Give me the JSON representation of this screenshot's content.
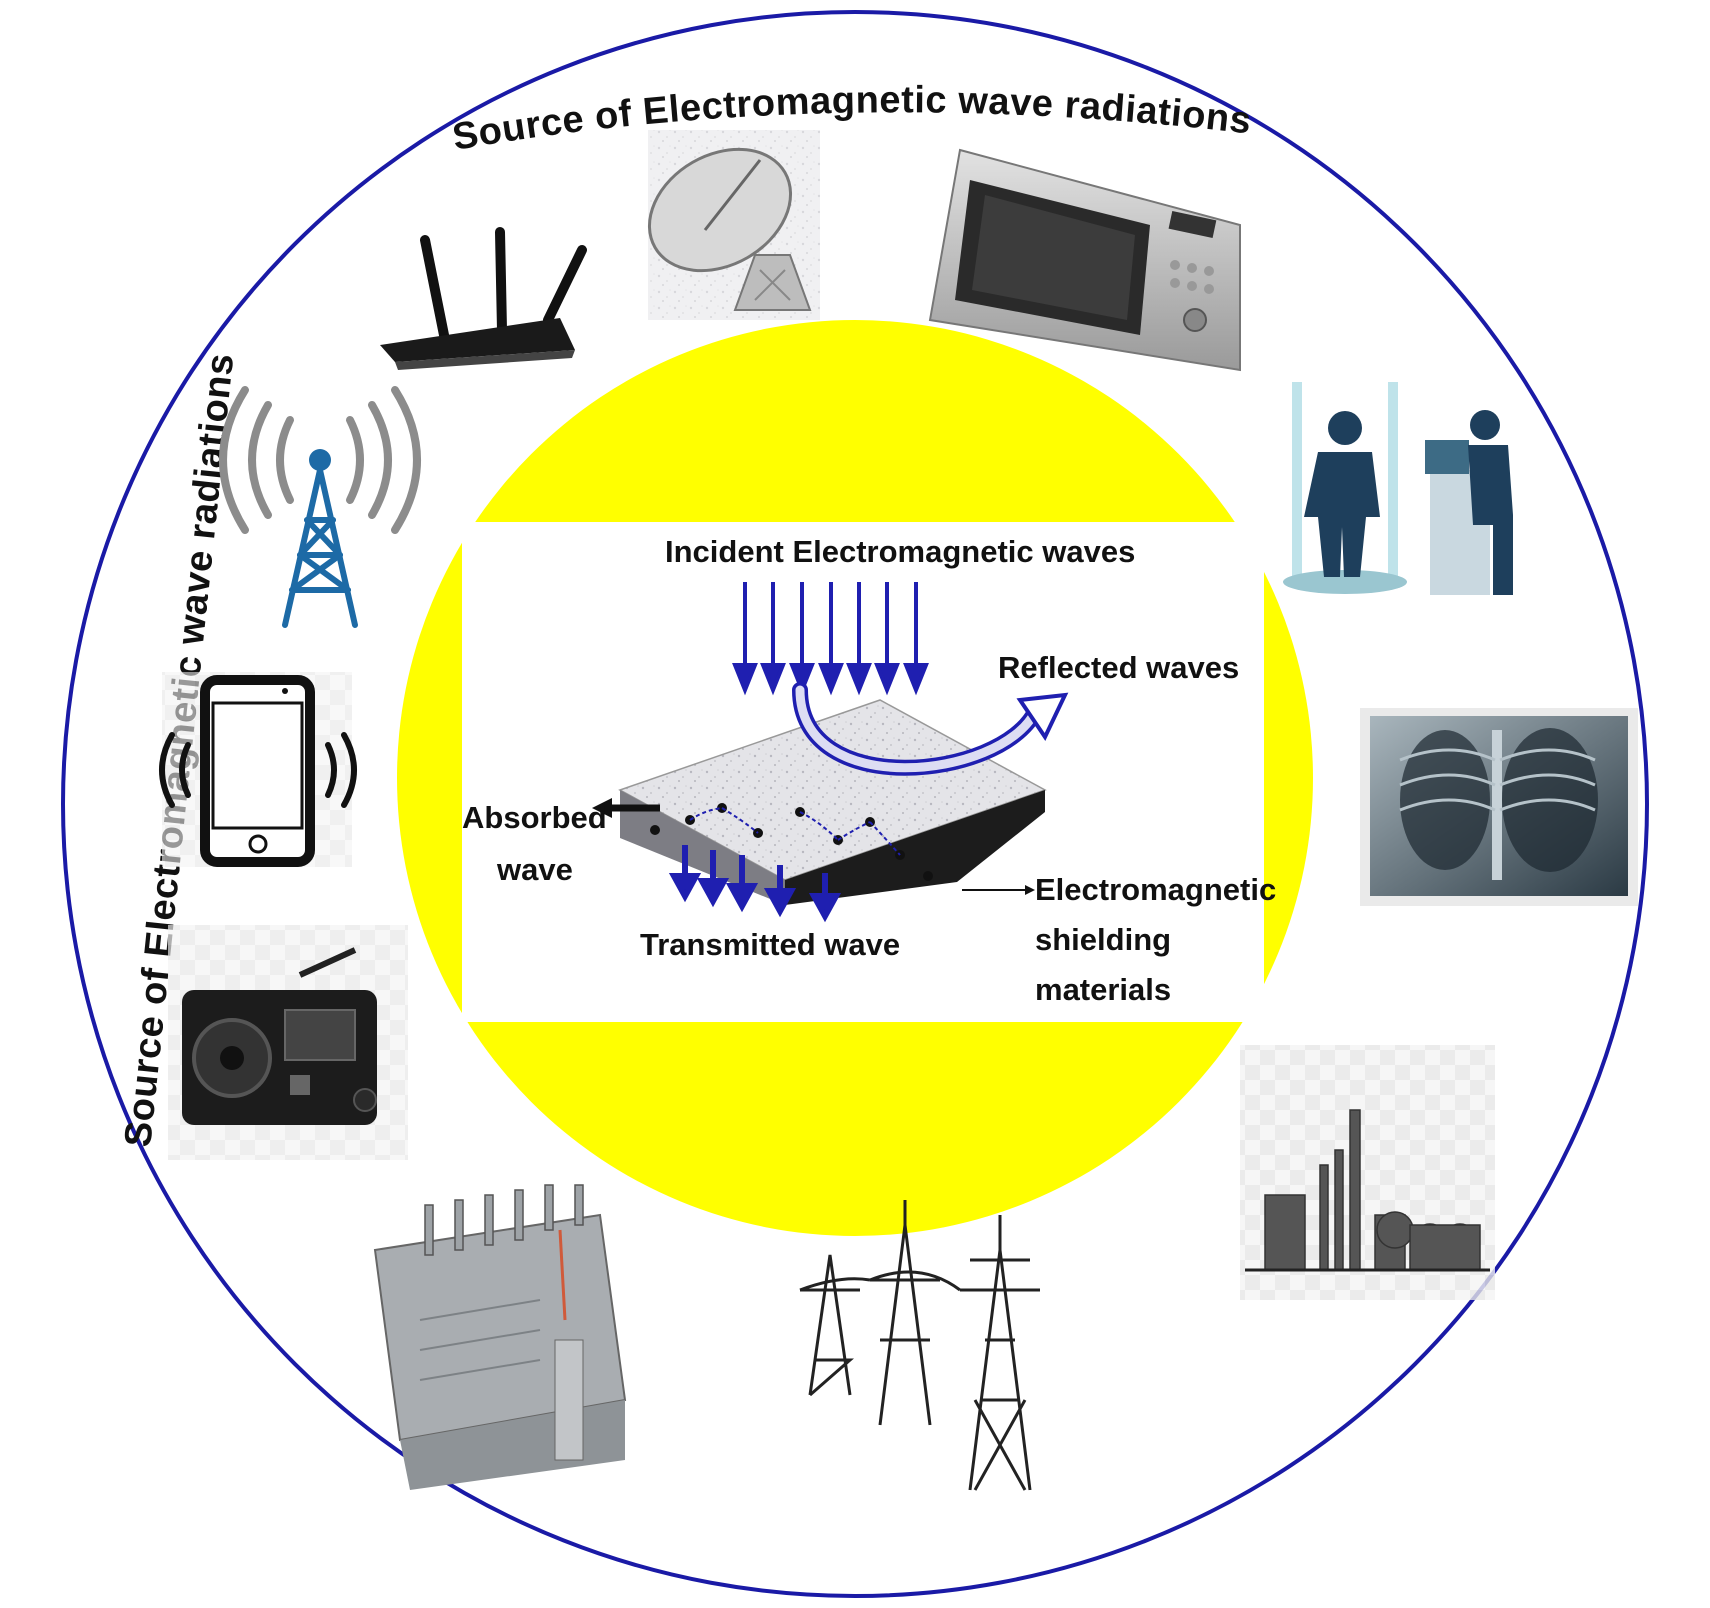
{
  "title_top": "Source of Electromagnetic wave radiations",
  "title_left": "Source of Electromagnetic wave radiations",
  "center": {
    "incident": "Incident Electromagnetic waves",
    "reflected": "Reflected waves",
    "absorbed_line1": "Absorbed",
    "absorbed_line2": "wave",
    "transmitted": "Transmitted wave",
    "material_line1": "Electromagnetic",
    "material_line2": "shielding",
    "material_line3": "materials"
  },
  "sources": [
    "wifi-router",
    "satellite-dish",
    "microwave-oven",
    "body-scanner",
    "chest-xray",
    "industrial-plant",
    "power-transmission-towers",
    "electrical-transformer",
    "radio",
    "mobile-phone",
    "cell-tower"
  ],
  "colors": {
    "outer_ring": "#1a1aa6",
    "center_disc": "#ffff00",
    "arrows": "#1f1fb0",
    "text": "#111111"
  }
}
